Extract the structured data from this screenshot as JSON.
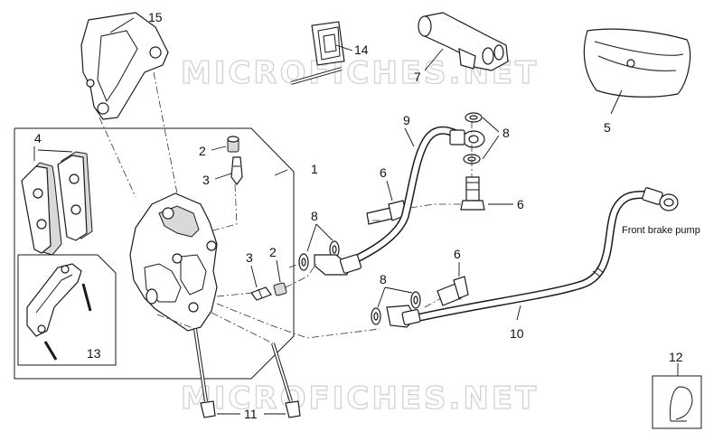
{
  "watermark": {
    "text": "MICROFICHES.NET"
  },
  "callouts": {
    "c1": "1",
    "c2a": "2",
    "c2b": "2",
    "c3a": "3",
    "c3b": "3",
    "c4": "4",
    "c5": "5",
    "c6a": "6",
    "c6b": "6",
    "c6c": "6",
    "c7": "7",
    "c8a": "8",
    "c8b": "8",
    "c8c": "8",
    "c9": "9",
    "c10": "10",
    "c11": "11",
    "c12": "12",
    "c13": "13",
    "c14": "14",
    "c15": "15"
  },
  "annotations": {
    "front_brake_pump": "Front brake pump"
  },
  "colors": {
    "line": "#1a1a1a",
    "shade": "#d9d9d9",
    "watermark": "#d2d2d2"
  }
}
